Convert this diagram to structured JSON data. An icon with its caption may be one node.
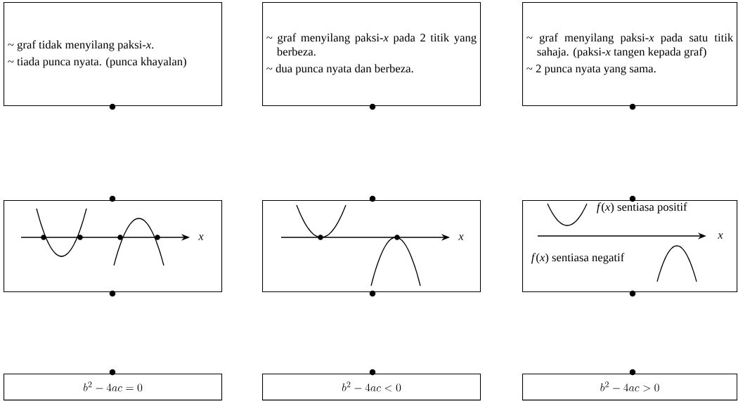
{
  "diagram": {
    "nodes": [
      {
        "text": [
          "~ graf tidak menyilang paksi-*x*.",
          "~ tiada punca nyata. (punca khayalan)"
        ]
      },
      {
        "text": [
          "~ graf menyilang paksi-*x* pada 2 titik yang berbeza.",
          "~ dua punca nyata dan berbeza."
        ]
      },
      {
        "text": [
          "~ graf menyilang paksi-*x* pada satu titik sahaja. (paksi-*x* tangen kepada graf)",
          "~ 2 punca nyata yang sama."
        ]
      },
      {
        "text": [
          "x"
        ]
      },
      {
        "text": [
          "x"
        ]
      },
      {
        "text": [
          "*f*(*x*) sentiasa positif",
          "x",
          "*f*(*x*) sentiasa negatif"
        ]
      },
      {
        "text": [
          "b^2 - 4ac = 0"
        ]
      },
      {
        "text": [
          "b^2 - 4ac < 0"
        ]
      },
      {
        "text": [
          "b^2 - 4ac > 0"
        ]
      }
    ]
  }
}
